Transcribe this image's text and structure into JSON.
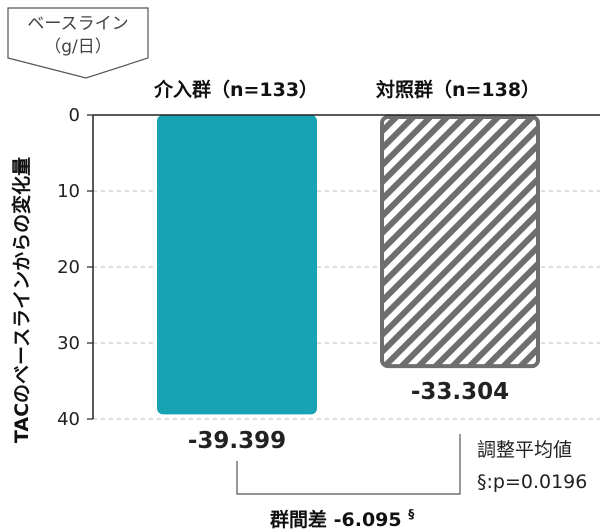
{
  "chart_data": {
    "type": "bar",
    "orientation": "down",
    "unit_box": [
      "ベースライン",
      "（g/日）"
    ],
    "ylabel": "TACのベースラインからの変化量",
    "yticks": [
      0,
      10,
      20,
      30,
      40
    ],
    "ylim": [
      0,
      40
    ],
    "grid": true,
    "categories": [
      "介入群（n=133）",
      "対照群（n=138）"
    ],
    "values": [
      -39.399,
      -33.304
    ],
    "value_labels": [
      "-39.399",
      "-33.304"
    ],
    "bar_styles": [
      "solid",
      "hatched"
    ],
    "colors": {
      "intervention": "#17a3b3",
      "control_stroke": "#6e6e6e"
    },
    "note": [
      "調整平均値",
      "§:p=0.0196"
    ],
    "difference": {
      "label": "群間差 -6.095",
      "superscript": "§"
    }
  }
}
